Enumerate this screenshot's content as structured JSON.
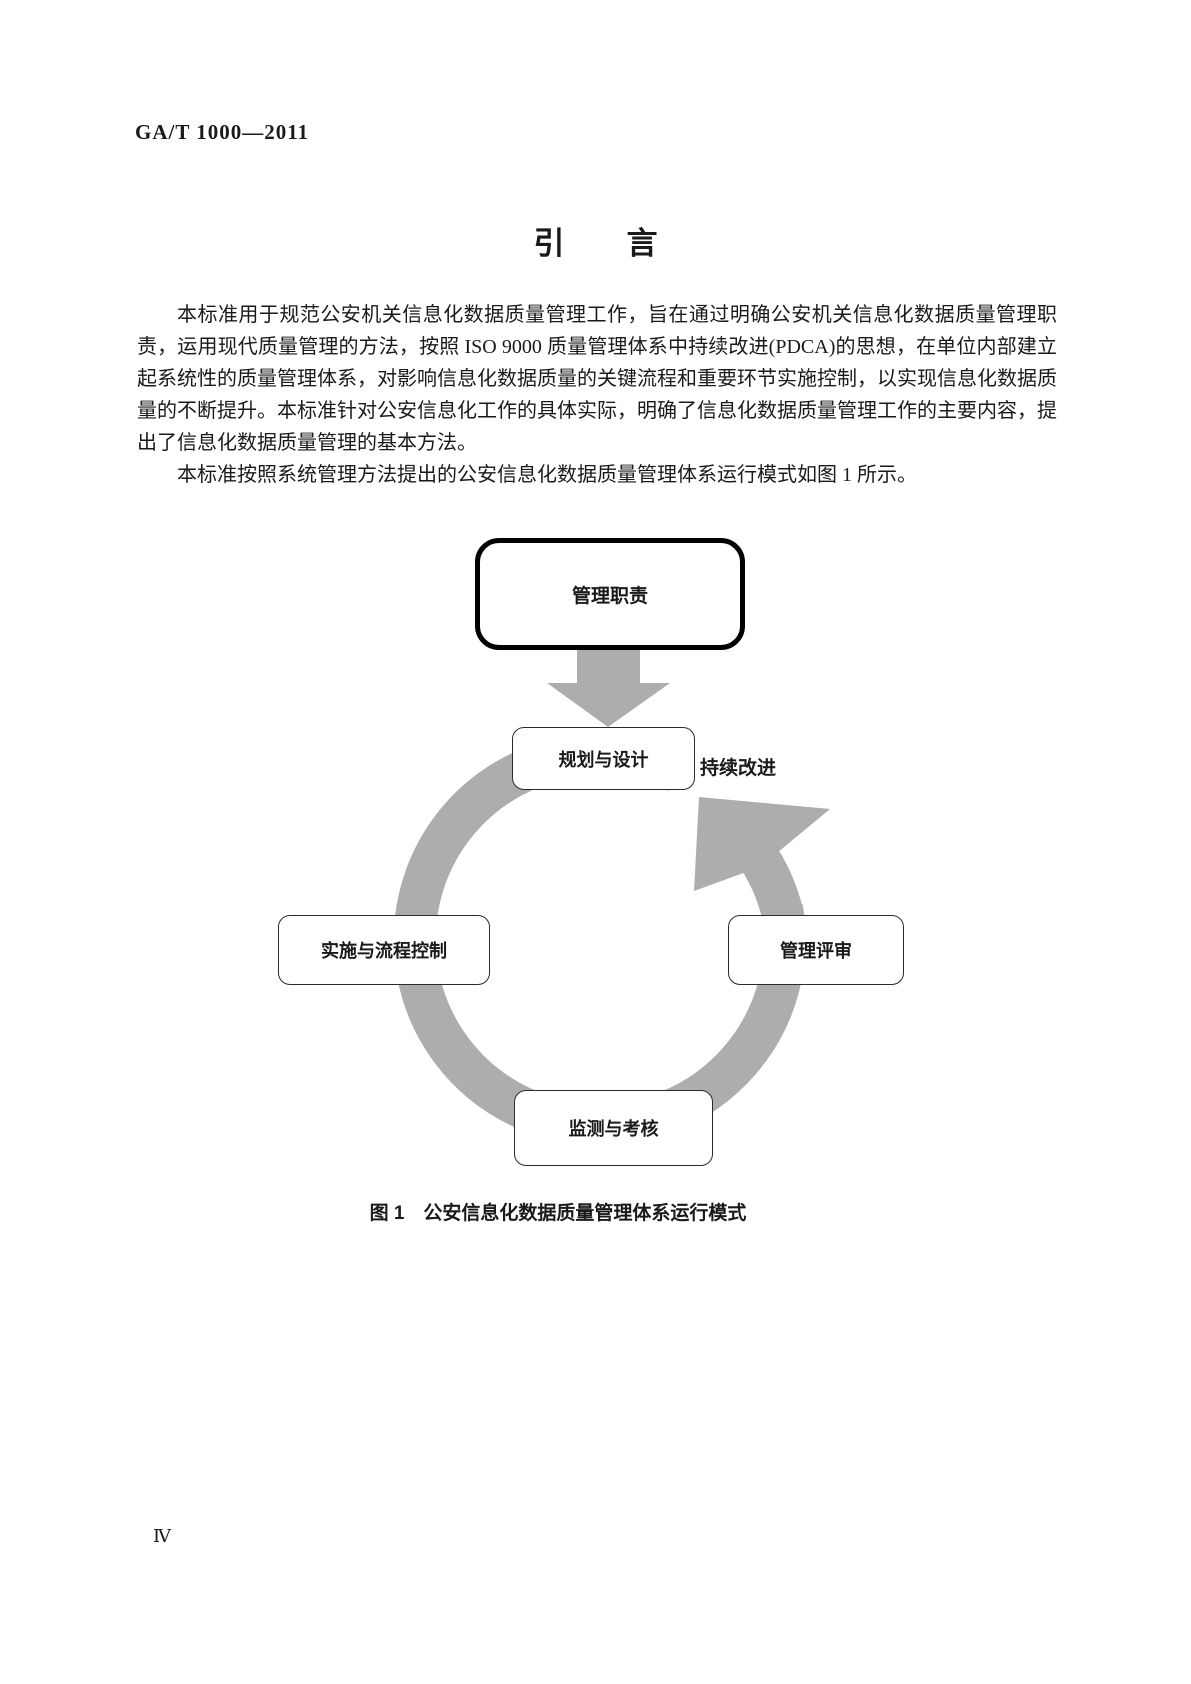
{
  "page": {
    "header": "GA/T 1000—2011",
    "title": "引　　言",
    "paragraphs": [
      "本标准用于规范公安机关信息化数据质量管理工作，旨在通过明确公安机关信息化数据质量管理职责，运用现代质量管理的方法，按照 ISO 9000 质量管理体系中持续改进(PDCA)的思想，在单位内部建立起系统性的质量管理体系，对影响信息化数据质量的关键流程和重要环节实施控制，以实现信息化数据质量的不断提升。本标准针对公安信息化工作的具体实际，明确了信息化数据质量管理工作的主要内容，提出了信息化数据质量管理的基本方法。",
      "本标准按照系统管理方法提出的公安信息化数据质量管理体系运行模式如图 1 所示。"
    ],
    "page_number": "Ⅳ"
  },
  "figure": {
    "caption": "图 1　公安信息化数据质量管理体系运行模式",
    "cycle_label": "持续改进",
    "nodes": {
      "responsibility": {
        "label": "管理职责"
      },
      "planning": {
        "label": "规划与设计"
      },
      "implementation": {
        "label": "实施与流程控制"
      },
      "monitoring": {
        "label": "监测与考核"
      },
      "review": {
        "label": "管理评审"
      }
    },
    "colors": {
      "arrow_gray": "#adadad",
      "major_box_border": "#000000",
      "box_border": "#2b2b2b"
    }
  }
}
